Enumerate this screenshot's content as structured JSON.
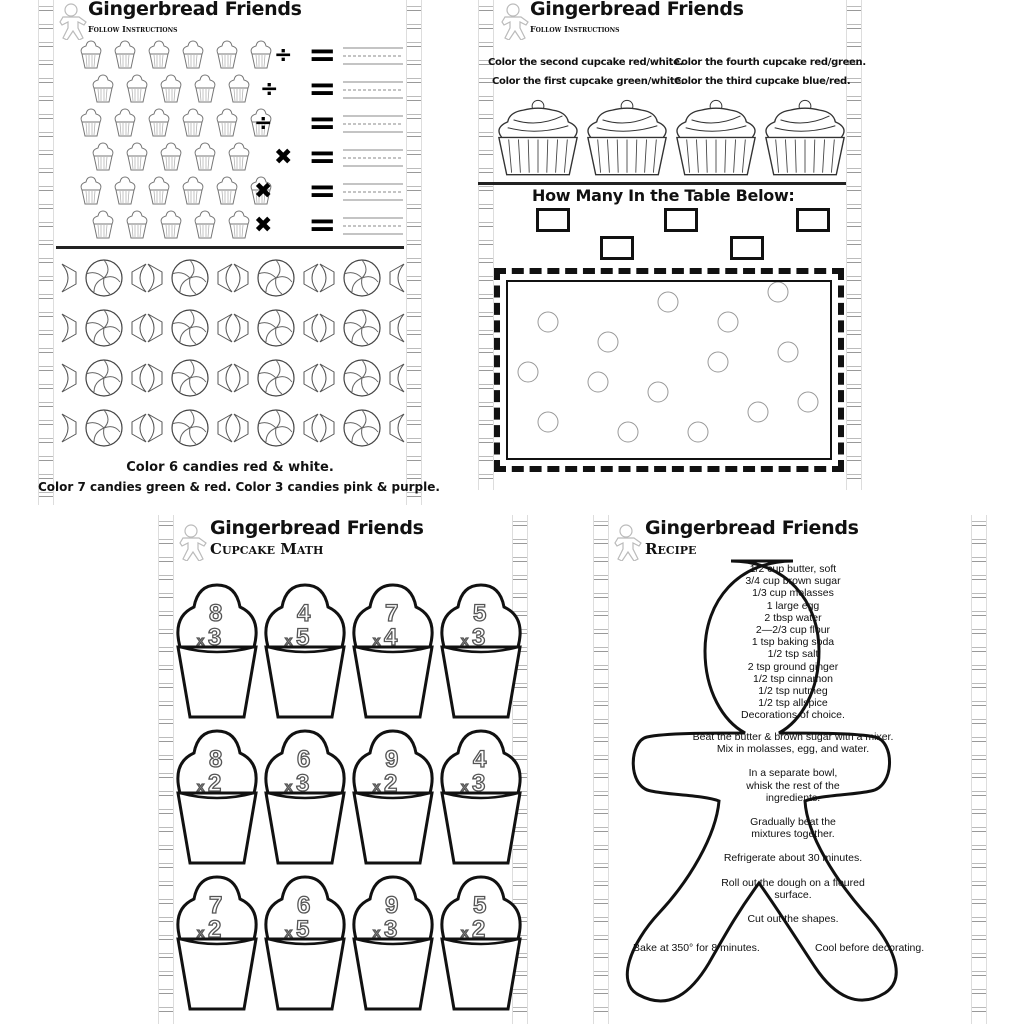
{
  "worksheet_follow_instructions_1": {
    "title": "Gingerbread Friends",
    "subtitle": "Follow Instructions",
    "operators": [
      "÷",
      "÷",
      "÷",
      "✖",
      "✖",
      "✖"
    ],
    "equals": "=",
    "bottom_line_1": "Color 6 candies red & white.",
    "bottom_line_2": "Color 7 candies green & red. Color 3 candies pink & purple."
  },
  "worksheet_follow_instructions_2": {
    "title": "Gingerbread Friends",
    "subtitle": "Follow Instructions",
    "instructions": [
      "Color the second cupcake red/white.",
      "Color the fourth cupcake red/green.",
      "Color the first cupcake green/white.",
      "Color the third cupcake blue/red."
    ],
    "heading": "How Many In the Table Below:"
  },
  "worksheet_cupcake_math": {
    "title": "Gingerbread Friends",
    "subtitle": "Cupcake Math",
    "problems": [
      {
        "top": "8",
        "bottom": "3"
      },
      {
        "top": "4",
        "bottom": "5"
      },
      {
        "top": "7",
        "bottom": "4"
      },
      {
        "top": "5",
        "bottom": "3"
      },
      {
        "top": "8",
        "bottom": "2"
      },
      {
        "top": "6",
        "bottom": "3"
      },
      {
        "top": "9",
        "bottom": "2"
      },
      {
        "top": "4",
        "bottom": "3"
      },
      {
        "top": "7",
        "bottom": "2"
      },
      {
        "top": "6",
        "bottom": "5"
      },
      {
        "top": "9",
        "bottom": "3"
      },
      {
        "top": "5",
        "bottom": "2"
      }
    ],
    "operator": "x"
  },
  "worksheet_recipe": {
    "title": "Gingerbread Friends",
    "subtitle": "Recipe",
    "ingredients": [
      "1/2 cup butter, soft",
      "3/4 cup brown sugar",
      "1/3 cup molasses",
      "1 large egg",
      "2 tbsp water",
      "2—2/3 cup flour",
      "1 tsp baking soda",
      "1/2 tsp salt",
      "2 tsp ground ginger",
      "1/2 tsp cinnamon",
      "1/2 tsp nutmeg",
      "1/2 tsp  allspice",
      "Decorations of choice."
    ],
    "steps": [
      "Beat the butter & brown sugar with a mixer.",
      "Mix in molasses, egg, and water.",
      "In a separate bowl,",
      "whisk the rest of the",
      "ingredients.",
      "Gradually beat the",
      "mixtures together.",
      "Refrigerate about 30 minutes.",
      "Roll out the dough on a floured",
      "surface.",
      "Cut out the shapes."
    ],
    "bake": "Bake at 350° for 8 minutes.",
    "cool": "Cool before decorating."
  }
}
